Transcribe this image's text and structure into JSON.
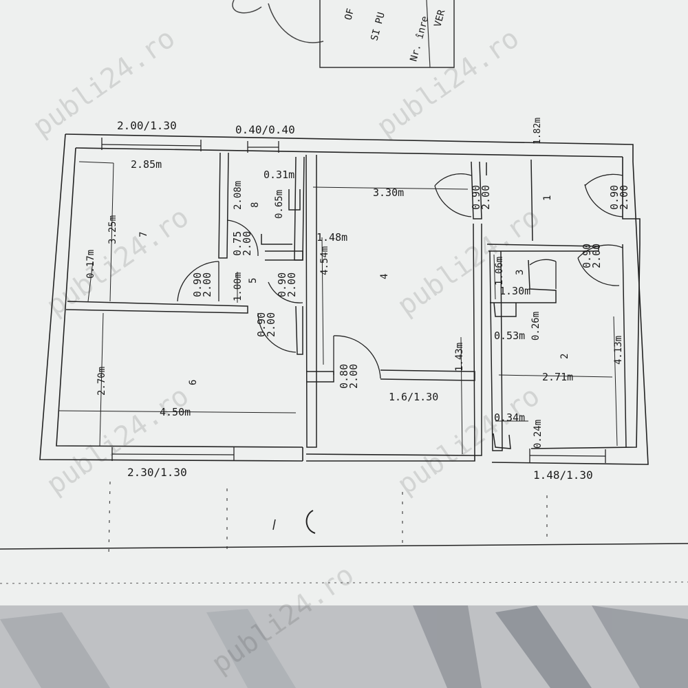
{
  "stamp": {
    "line1": "OF",
    "line2": "SI PU",
    "line3": "Nr. înre",
    "line4": "VER"
  },
  "watermark": "publi24.ro",
  "window_dims": {
    "top_left": "2.00/1.30",
    "top_mid": "0.40/0.40",
    "top_right": "1.82m",
    "bottom_left": "2.30/1.30",
    "bottom_right": "1.48/1.30",
    "interior": "1.6/1.30"
  },
  "rooms": {
    "r1": "1",
    "r2": "2",
    "r3": "3",
    "r4": "4",
    "r5": "5",
    "r6": "6",
    "r7": "7",
    "r8": "8"
  },
  "dims": {
    "d_285": "2.85m",
    "d_325": "3.25m",
    "d_017": "0.17m",
    "d_208": "2.08m",
    "d_031": "0.31m",
    "d_065": "0.65m",
    "d_330": "3.30m",
    "d_148": "1.48m",
    "d_454": "4.54m",
    "d_100": "1.00m",
    "d_270": "2.70m",
    "d_450": "4.50m",
    "d_143": "1.43m",
    "d_106": "1.06m",
    "d_130": "1.30m",
    "d_026": "0.26m",
    "d_053": "0.53m",
    "d_413": "4.13m",
    "d_271": "2.71m",
    "d_034": "0.34m",
    "d_024": "0.24m"
  },
  "doors": {
    "door_a": "0.90",
    "door_a_h": "2.00",
    "door_b": "0.75",
    "door_b_h": "2.00",
    "door_c": "0.90",
    "door_c_h": "2.00",
    "door_d": "0.90",
    "door_d_h": "2.00",
    "door_e": "0.80",
    "door_e_h": "2.00",
    "door_f": "0.90",
    "door_f_h": "2.00",
    "door_g": "0.90",
    "door_g_h": "2.00",
    "door_h": "0.90",
    "door_h_h": "2.00"
  }
}
